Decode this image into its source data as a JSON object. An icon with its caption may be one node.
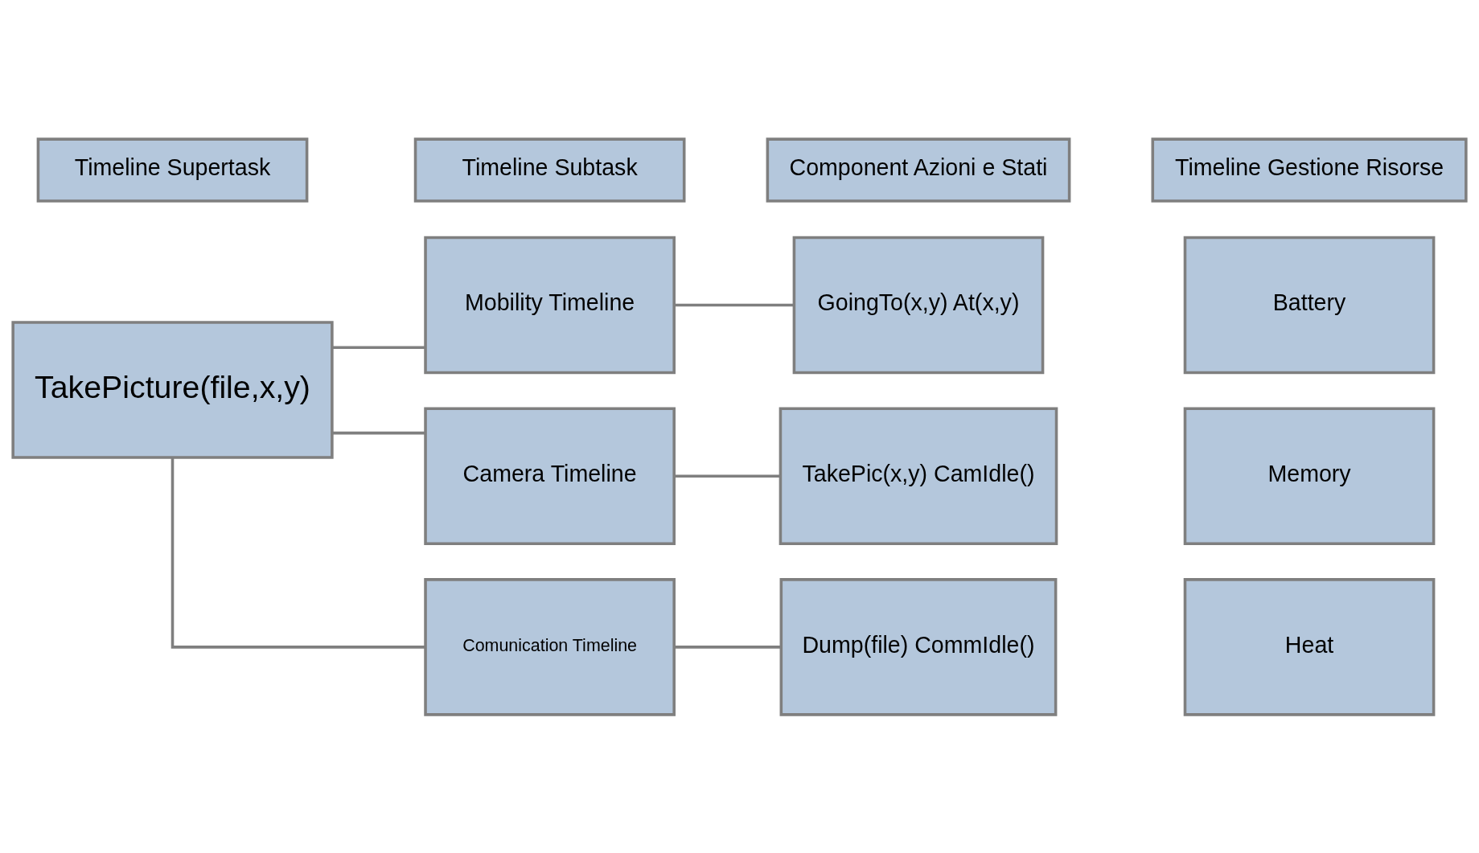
{
  "diagram": {
    "nodes": [
      {
        "text": [
          "Timeline Supertask"
        ]
      },
      {
        "text": [
          "Timeline Subtask"
        ]
      },
      {
        "text": [
          "Component Azioni e Stati"
        ]
      },
      {
        "text": [
          "Timeline Gestione Risorse"
        ]
      },
      {
        "text": [
          "TakePicture(file,x,y)"
        ]
      },
      {
        "text": [
          "Mobility Timeline"
        ]
      },
      {
        "text": [
          "GoingTo(x,y) At(x,y)"
        ]
      },
      {
        "text": [
          "Camera Timeline"
        ]
      },
      {
        "text": [
          "TakePic(x,y) CamIdle()"
        ]
      },
      {
        "text": [
          "Comunication Timeline"
        ]
      },
      {
        "text": [
          "Dump(file) CommIdle()"
        ]
      },
      {
        "text": [
          "Battery"
        ]
      },
      {
        "text": [
          "Memory"
        ]
      },
      {
        "text": [
          "Heat"
        ]
      }
    ],
    "edges": [
      {
        "from": 4,
        "to": 5,
        "arrow": "none"
      },
      {
        "from": 4,
        "to": 7,
        "arrow": "none"
      },
      {
        "from": 4,
        "to": 9,
        "arrow": "none"
      },
      {
        "from": 5,
        "to": 6,
        "arrow": "none"
      },
      {
        "from": 7,
        "to": 8,
        "arrow": "none"
      },
      {
        "from": 9,
        "to": 10,
        "arrow": "none"
      }
    ]
  }
}
